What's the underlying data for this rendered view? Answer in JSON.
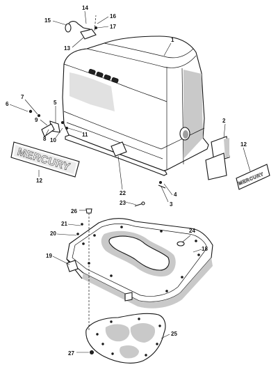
{
  "callouts": [
    {
      "id": "c1",
      "label": "1"
    },
    {
      "id": "c2",
      "label": "2"
    },
    {
      "id": "c3",
      "label": "3"
    },
    {
      "id": "c4",
      "label": "4"
    },
    {
      "id": "c5",
      "label": "5"
    },
    {
      "id": "c6",
      "label": "6"
    },
    {
      "id": "c7",
      "label": "7"
    },
    {
      "id": "c8",
      "label": "8"
    },
    {
      "id": "c9",
      "label": "9"
    },
    {
      "id": "c10",
      "label": "10"
    },
    {
      "id": "c11",
      "label": "11"
    },
    {
      "id": "c12a",
      "label": "12"
    },
    {
      "id": "c12b",
      "label": "12"
    },
    {
      "id": "c13",
      "label": "13"
    },
    {
      "id": "c14",
      "label": "14"
    },
    {
      "id": "c15",
      "label": "15"
    },
    {
      "id": "c16",
      "label": "16"
    },
    {
      "id": "c17",
      "label": "17"
    },
    {
      "id": "c18",
      "label": "18"
    },
    {
      "id": "c19",
      "label": "19"
    },
    {
      "id": "c20",
      "label": "20"
    },
    {
      "id": "c21",
      "label": "21"
    },
    {
      "id": "c22",
      "label": "22"
    },
    {
      "id": "c23",
      "label": "23"
    },
    {
      "id": "c24",
      "label": "24"
    },
    {
      "id": "c25",
      "label": "25"
    },
    {
      "id": "c26",
      "label": "26"
    },
    {
      "id": "c27",
      "label": "27"
    }
  ],
  "decals": {
    "large": "MERCURY",
    "small": "MERCURY"
  }
}
